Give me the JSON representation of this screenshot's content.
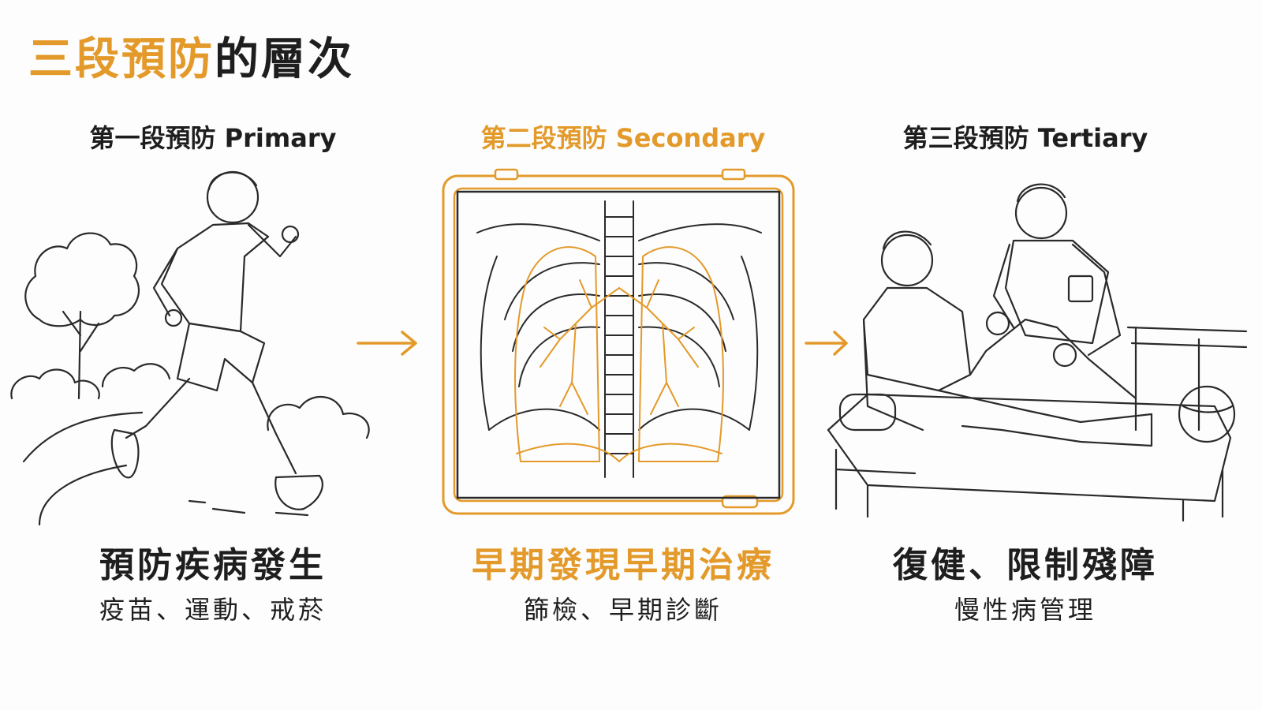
{
  "title": {
    "accent": "三段預防",
    "rest": "的層次"
  },
  "colors": {
    "accent": "#e39a2a",
    "ink": "#1e1e1e"
  },
  "columns": [
    {
      "heading": "第一段預防 Primary",
      "main": "預防疾病發生",
      "sub": "疫苗、運動、戒菸",
      "icon": "runner-illustration"
    },
    {
      "heading": "第二段預防 Secondary",
      "main": "早期發現早期治療",
      "sub": "篩檢、早期診斷",
      "icon": "chest-xray-illustration"
    },
    {
      "heading": "第三段預防 Tertiary",
      "main": "復健、限制殘障",
      "sub": "慢性病管理",
      "icon": "physiotherapy-illustration"
    }
  ]
}
